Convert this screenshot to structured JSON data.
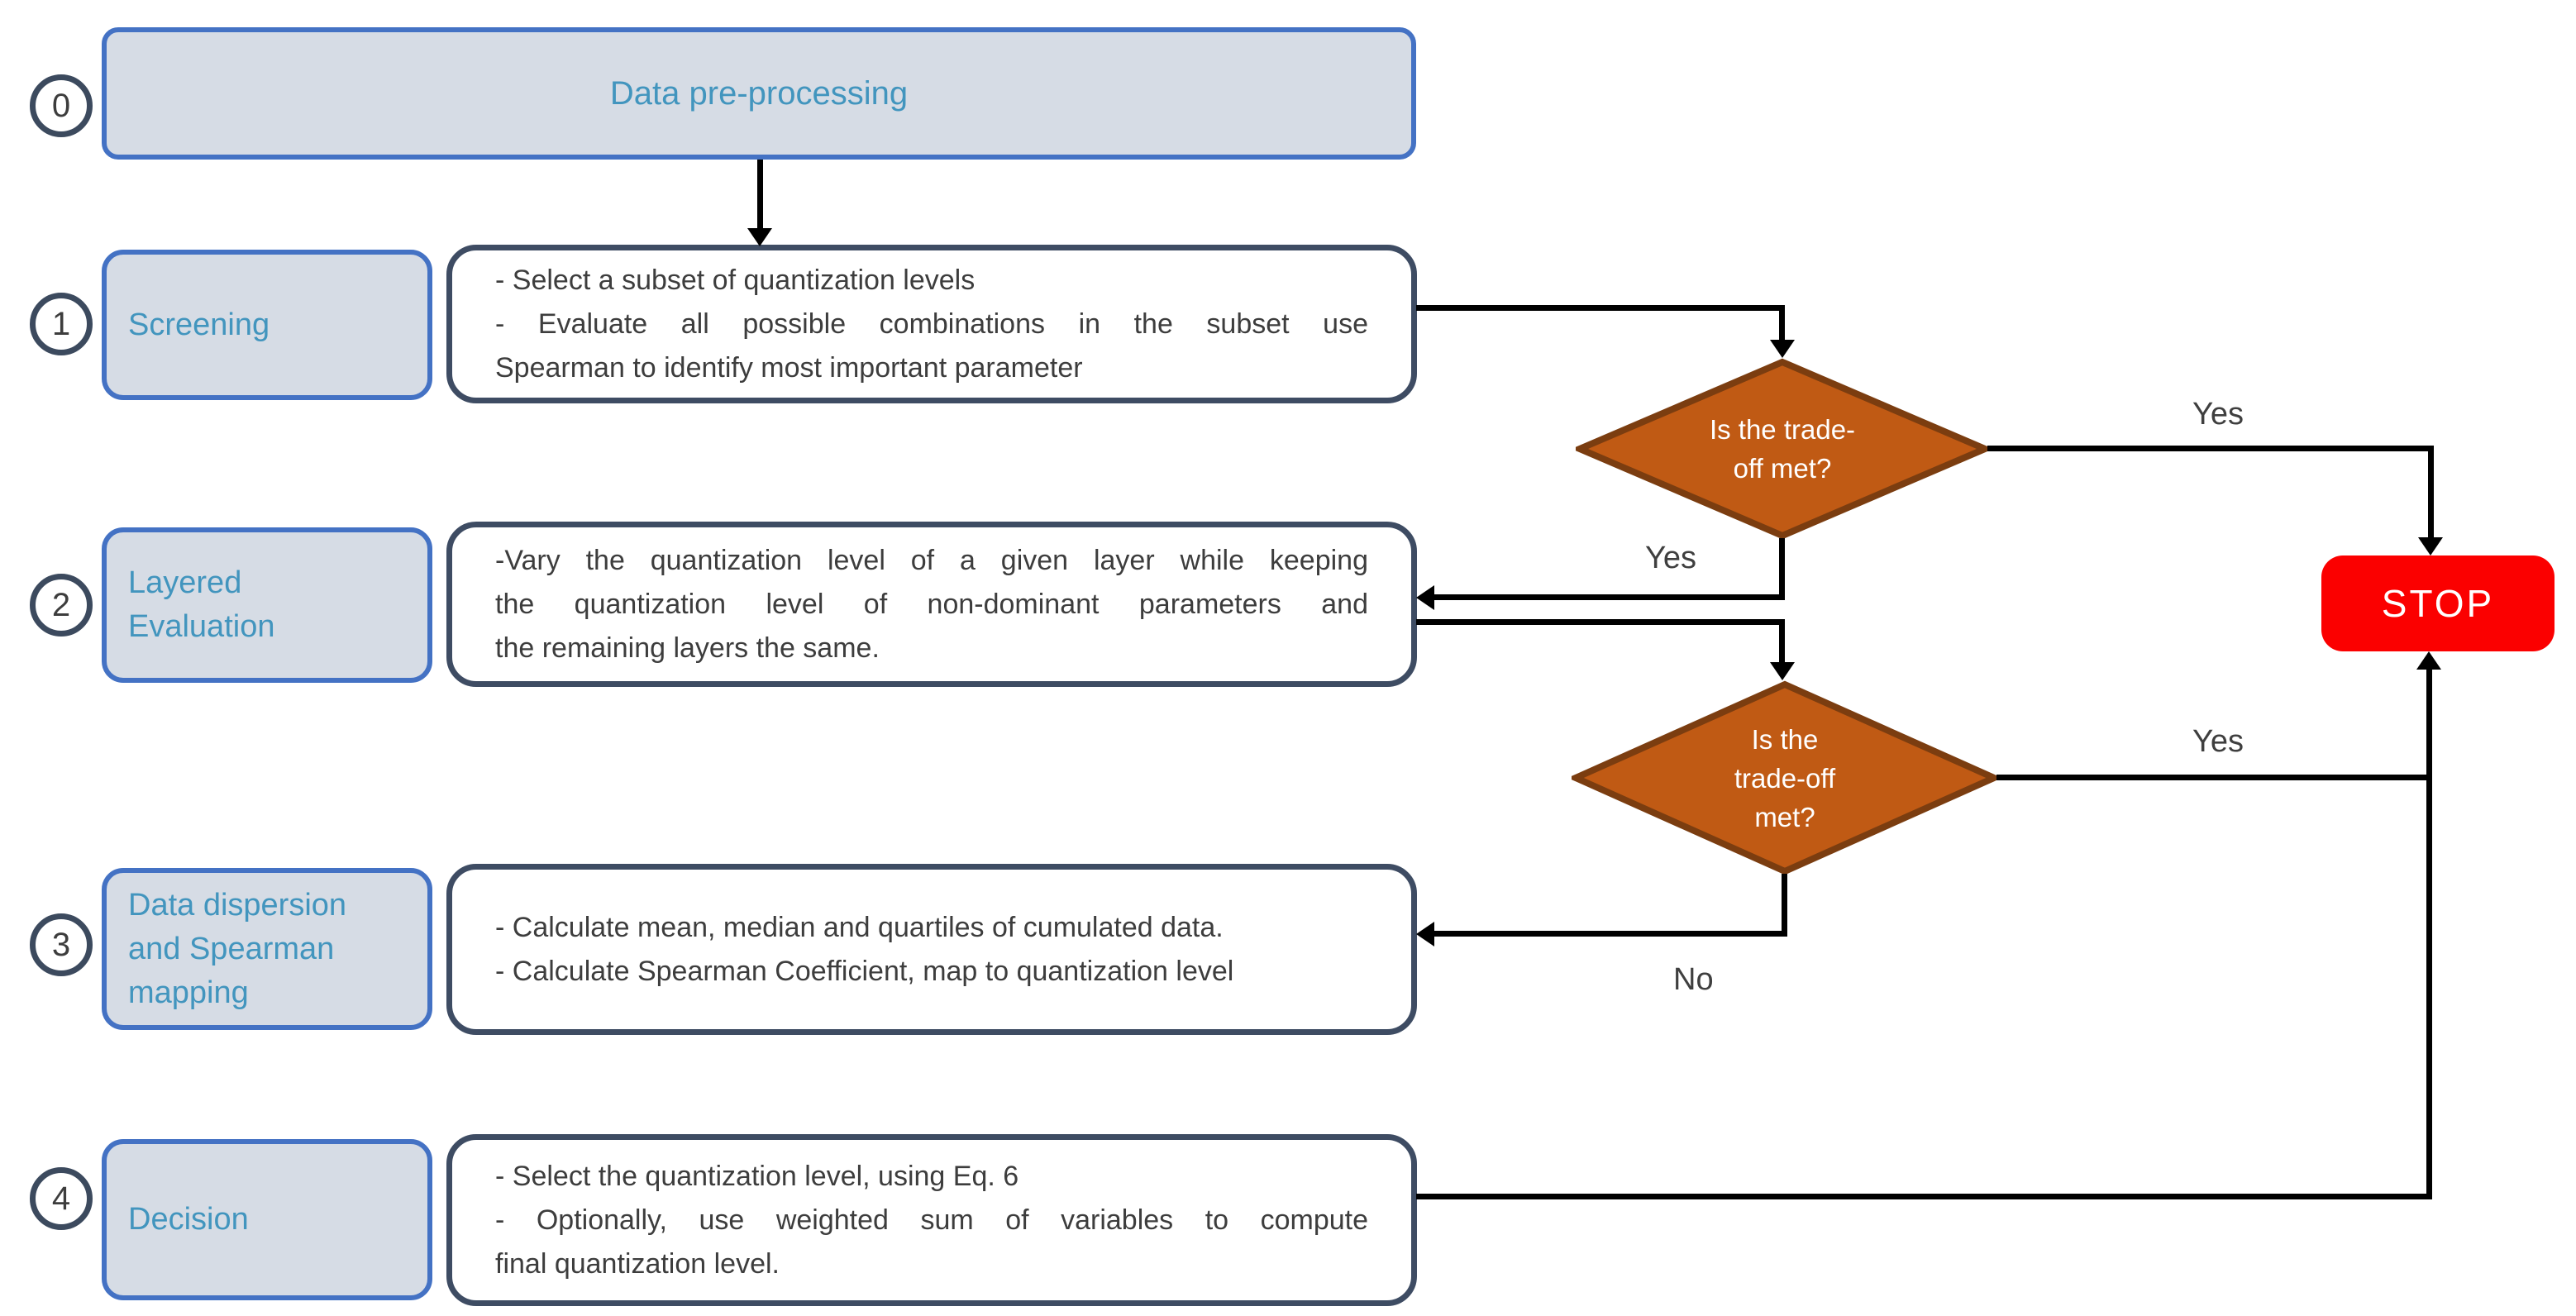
{
  "steps": [
    {
      "number": "0",
      "label": "Data pre-processing",
      "label_lines": [
        "Data pre-processing"
      ],
      "bullets": []
    },
    {
      "number": "1",
      "label": "Screening",
      "label_lines": [
        "Screening"
      ],
      "bullets": [
        [
          "- Select a subset of quantization levels"
        ],
        [
          "- Evaluate all possible combinations in the subset use",
          "Spearman to identify most important parameter"
        ]
      ]
    },
    {
      "number": "2",
      "label": "Layered Evaluation",
      "label_lines": [
        "Layered",
        "Evaluation"
      ],
      "bullets": [
        [
          "-Vary the quantization level of a given layer while keeping",
          "the quantization level of non-dominant parameters and",
          "the remaining layers the same."
        ]
      ]
    },
    {
      "number": "3",
      "label": "Data dispersion and Spearman mapping",
      "label_lines": [
        "Data dispersion",
        "and Spearman",
        "mapping"
      ],
      "bullets": [
        [
          "- Calculate mean, median and quartiles of cumulated data."
        ],
        [
          "- Calculate Spearman Coefficient, map to quantization level"
        ]
      ]
    },
    {
      "number": "4",
      "label": "Decision",
      "label_lines": [
        "Decision"
      ],
      "bullets": [
        [
          "- Select the quantization level, using Eq. 6"
        ],
        [
          "- Optionally, use weighted sum of variables to compute",
          "final quantization level."
        ]
      ]
    }
  ],
  "decisions": [
    {
      "lines": [
        "Is the trade-",
        "off met?"
      ]
    },
    {
      "lines": [
        "Is the",
        "trade-off",
        "met?"
      ]
    }
  ],
  "edges": {
    "d1_right": "Yes",
    "d1_down": "Yes",
    "d2_right": "Yes",
    "d2_down": "No"
  },
  "stop": {
    "label": "STOP"
  },
  "colors": {
    "step_fill": "#D6DCE5",
    "step_border": "#4472C4",
    "desc_border": "#3E4C63",
    "accent": "#4295BE",
    "diamond_fill": "#C05A14",
    "diamond_border": "#7B3D10",
    "stop_fill": "#FB0000",
    "ink": "#3D3D3D",
    "line": "#000000"
  }
}
